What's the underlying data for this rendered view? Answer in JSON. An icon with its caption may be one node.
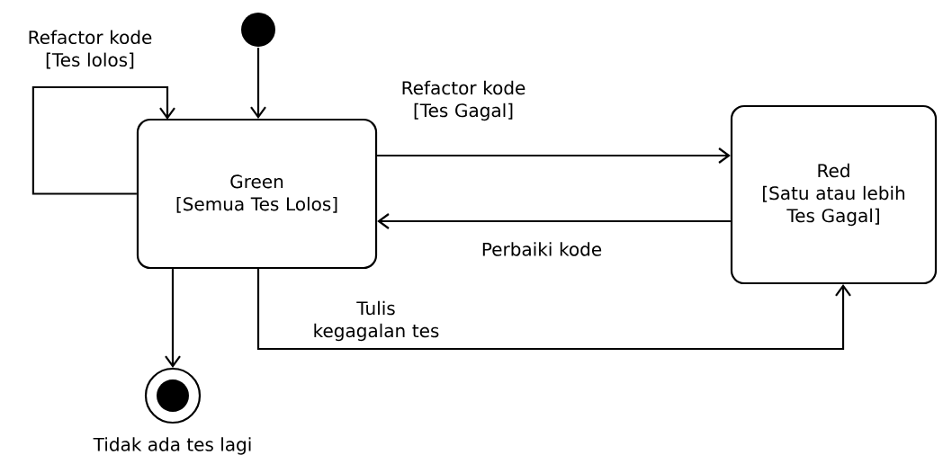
{
  "diagram": {
    "nodes": [
      {
        "text": [],
        "shape": "circle"
      },
      {
        "text": [
          "Green",
          "[Semua Tes Lolos]"
        ]
      },
      {
        "text": [
          "Red",
          "[Satu atau lebih Tes Gagal]"
        ]
      },
      {
        "text": [],
        "shape": "circle",
        "beside": [
          "Tidak ada tes lagi"
        ]
      }
    ],
    "edges": [
      {
        "from": 0,
        "to": 1,
        "arrow": "to"
      },
      {
        "from": 1,
        "to": 1,
        "arrow": "to",
        "label": "Refactor kode [Tes lolos]"
      },
      {
        "from": 1,
        "to": 2,
        "arrow": "to",
        "label": "Refactor kode [Tes Gagal]"
      },
      {
        "from": 2,
        "to": 1,
        "arrow": "to",
        "label": "Perbaiki kode"
      },
      {
        "from": 1,
        "to": 2,
        "arrow": "to",
        "label": "Tulis kegagalan tes"
      },
      {
        "from": 1,
        "to": 3,
        "arrow": "to"
      }
    ]
  }
}
